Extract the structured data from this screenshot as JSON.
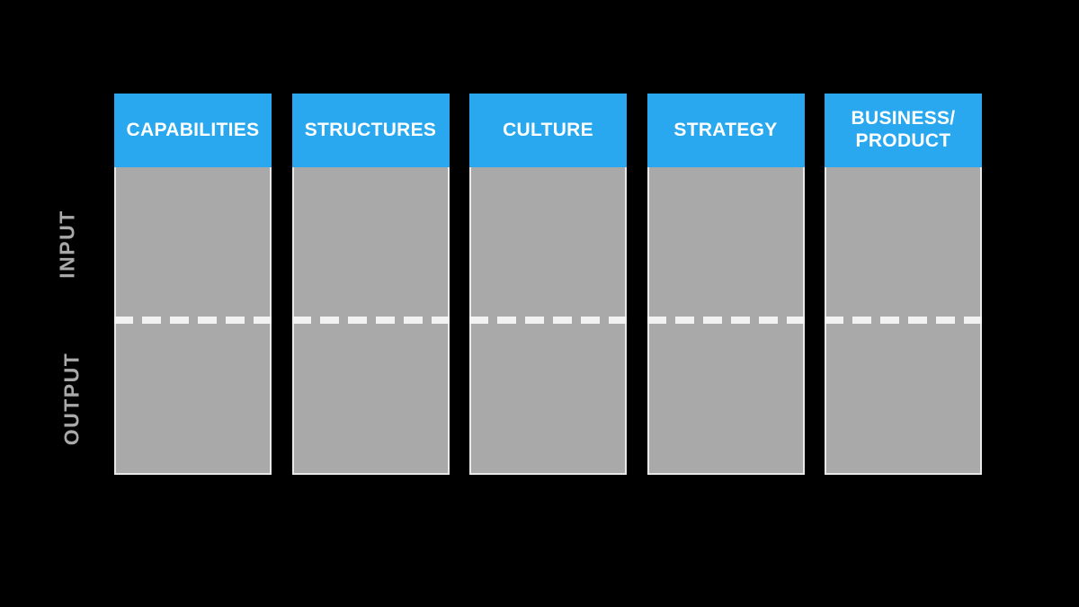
{
  "diagram": {
    "type": "column-framework",
    "background_color": "#000000",
    "accent_color": "#29A8EF",
    "body_color": "#A9A9A9",
    "label_color": "#A9A9A9",
    "divider_color": "#F2F2F2",
    "header_text_color": "#FFFFFF"
  },
  "axis": {
    "input_label": "INPUT",
    "output_label": "OUTPUT"
  },
  "columns": [
    {
      "header_line1": "CAPABILITIES",
      "header_line2": ""
    },
    {
      "header_line1": "STRUCTURES",
      "header_line2": ""
    },
    {
      "header_line1": "CULTURE",
      "header_line2": ""
    },
    {
      "header_line1": "STRATEGY",
      "header_line2": ""
    },
    {
      "header_line1": "BUSINESS/",
      "header_line2": "PRODUCT"
    }
  ]
}
